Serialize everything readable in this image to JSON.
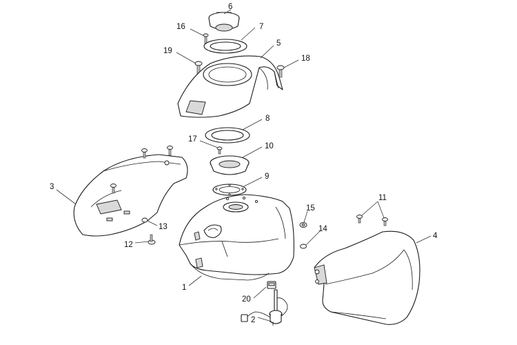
{
  "callouts": [
    {
      "id": "c6",
      "label": "6"
    },
    {
      "id": "c16",
      "label": "16"
    },
    {
      "id": "c7",
      "label": "7"
    },
    {
      "id": "c19",
      "label": "19"
    },
    {
      "id": "c5",
      "label": "5"
    },
    {
      "id": "c18",
      "label": "18"
    },
    {
      "id": "c8",
      "label": "8"
    },
    {
      "id": "c17",
      "label": "17"
    },
    {
      "id": "c10",
      "label": "10"
    },
    {
      "id": "c9",
      "label": "9"
    },
    {
      "id": "c3",
      "label": "3"
    },
    {
      "id": "c13",
      "label": "13"
    },
    {
      "id": "c12",
      "label": "12"
    },
    {
      "id": "c15",
      "label": "15"
    },
    {
      "id": "c14",
      "label": "14"
    },
    {
      "id": "c11",
      "label": "11"
    },
    {
      "id": "c4",
      "label": "4"
    },
    {
      "id": "c1",
      "label": "1"
    },
    {
      "id": "c20",
      "label": "20"
    },
    {
      "id": "c2",
      "label": "2"
    }
  ]
}
